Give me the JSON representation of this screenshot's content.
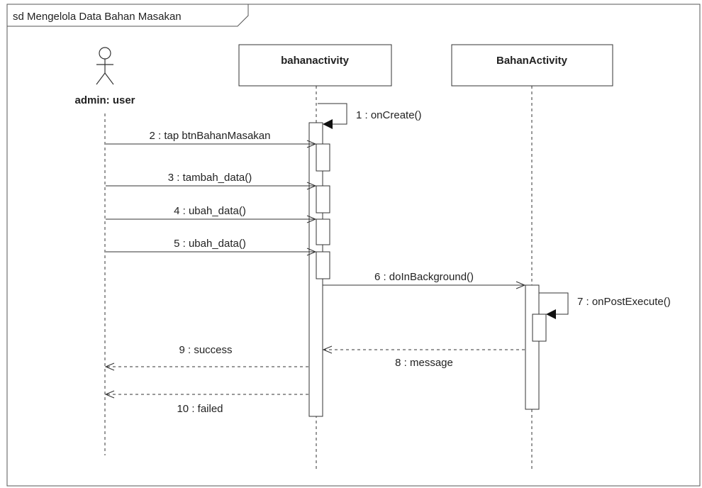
{
  "frame": {
    "title": "sd Mengelola Data Bahan Masakan"
  },
  "actor": {
    "label": "admin: user"
  },
  "lifelines": [
    {
      "label": "bahanactivity"
    },
    {
      "label": "BahanActivity"
    }
  ],
  "messages": [
    {
      "label": "1 : onCreate()"
    },
    {
      "label": "2 : tap btnBahanMasakan"
    },
    {
      "label": "3 : tambah_data()"
    },
    {
      "label": "4 : ubah_data()"
    },
    {
      "label": "5 : ubah_data()"
    },
    {
      "label": "6 : doInBackground()"
    },
    {
      "label": "7 : onPostExecute()"
    },
    {
      "label": "8 : message"
    },
    {
      "label": "9 : success"
    },
    {
      "label": "10 : failed"
    }
  ]
}
